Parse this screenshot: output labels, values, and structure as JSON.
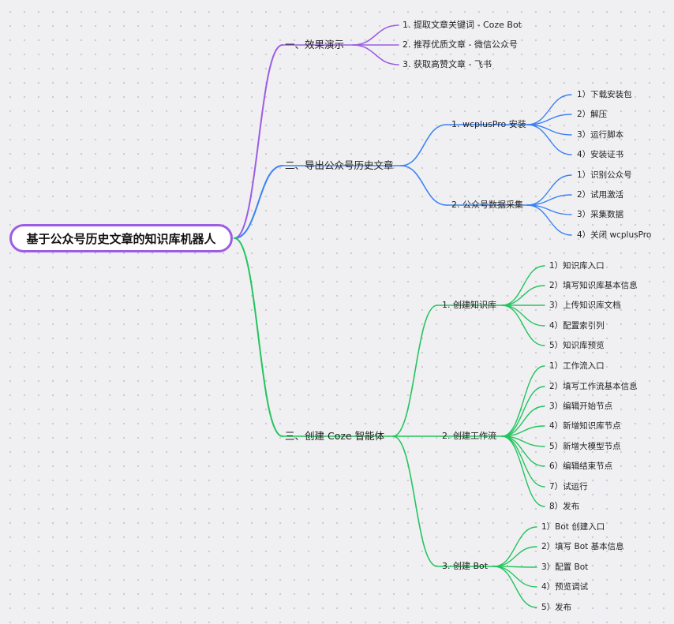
{
  "root": "基于公众号历史文章的知识库机器人",
  "colors": {
    "section1": "#9b5de5",
    "section2": "#3b82f6",
    "section3": "#22c55e",
    "root_border": "#9b5de5"
  },
  "sections": [
    {
      "label": "一、效果演示",
      "children": [
        {
          "label": "1. 提取文章关键词 - Coze Bot"
        },
        {
          "label": "2. 推荐优质文章 - 微信公众号"
        },
        {
          "label": "3. 获取高赞文章 - 飞书"
        }
      ]
    },
    {
      "label": "二、导出公众号历史文章",
      "children": [
        {
          "label": "1. wcplusPro 安装",
          "children": [
            "1）下载安装包",
            "2）解压",
            "3）运行脚本",
            "4）安装证书"
          ]
        },
        {
          "label": "2. 公众号数据采集",
          "children": [
            "1）识别公众号",
            "2）试用激活",
            "3）采集数据",
            "4）关闭 wcplusPro"
          ]
        }
      ]
    },
    {
      "label": "三、创建 Coze 智能体",
      "children": [
        {
          "label": "1. 创建知识库",
          "children": [
            "1）知识库入口",
            "2）填写知识库基本信息",
            "3）上传知识库文档",
            "4）配置索引列",
            "5）知识库预览"
          ]
        },
        {
          "label": "2. 创建工作流",
          "children": [
            "1）工作流入口",
            "2）填写工作流基本信息",
            "3）编辑开始节点",
            "4）新增知识库节点",
            "5）新增大模型节点",
            "6）编辑结束节点",
            "7）试运行",
            "8）发布"
          ]
        },
        {
          "label": "3. 创建 Bot",
          "children": [
            "1）Bot 创建入口",
            "2）填写 Bot 基本信息",
            "3）配置 Bot",
            "4）预览调试",
            "5）发布"
          ]
        }
      ]
    }
  ]
}
